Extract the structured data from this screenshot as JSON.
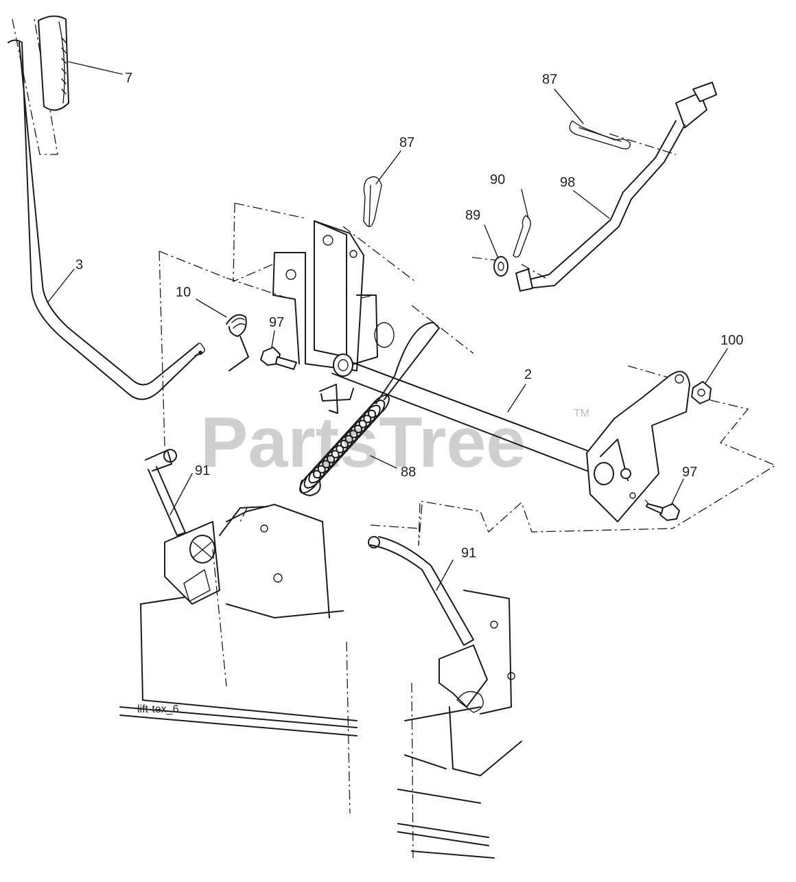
{
  "diagram": {
    "figure_id": "lift-tex_6",
    "watermark": "PartsTree",
    "watermark_mark": "TM",
    "callouts": [
      {
        "id": "callout-7",
        "label": "7"
      },
      {
        "id": "callout-87-top",
        "label": "87"
      },
      {
        "id": "callout-87-mid",
        "label": "87"
      },
      {
        "id": "callout-90",
        "label": "90"
      },
      {
        "id": "callout-98",
        "label": "98"
      },
      {
        "id": "callout-89",
        "label": "89"
      },
      {
        "id": "callout-3",
        "label": "3"
      },
      {
        "id": "callout-10",
        "label": "10"
      },
      {
        "id": "callout-97-left",
        "label": "97"
      },
      {
        "id": "callout-100",
        "label": "100"
      },
      {
        "id": "callout-2",
        "label": "2"
      },
      {
        "id": "callout-88",
        "label": "88"
      },
      {
        "id": "callout-91-left",
        "label": "91"
      },
      {
        "id": "callout-97-right",
        "label": "97"
      },
      {
        "id": "callout-91-right",
        "label": "91"
      }
    ]
  }
}
